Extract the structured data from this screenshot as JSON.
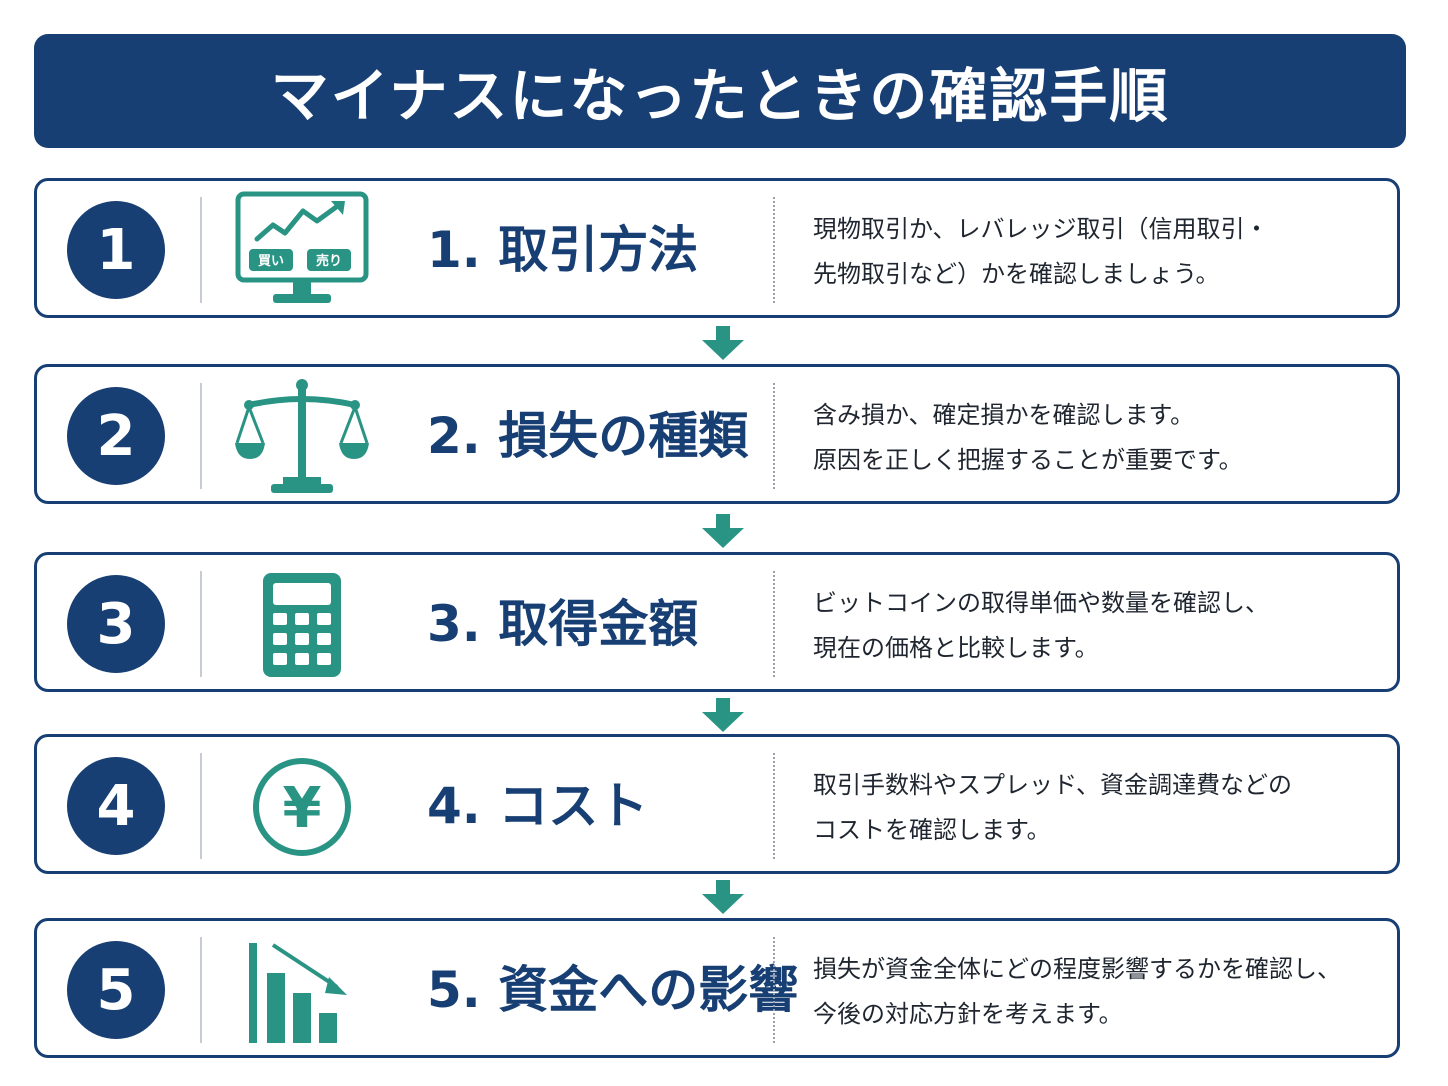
{
  "header": {
    "title": "マイナスになったときの確認手順"
  },
  "steps": [
    {
      "number": "1",
      "title": "1. 取引方法",
      "desc_line1": "現物取引か、レバレッジ取引（信用取引・",
      "desc_line2": "先物取引など）かを確認しましょう。",
      "icon": "trading-monitor-icon",
      "icon_buy_label": "買い",
      "icon_sell_label": "売り"
    },
    {
      "number": "2",
      "title": "2. 損失の種類",
      "desc_line1": "含み損か、確定損かを確認します。",
      "desc_line2": "原因を正しく把握することが重要です。",
      "icon": "balance-scale-icon"
    },
    {
      "number": "3",
      "title": "3. 取得金額",
      "desc_line1": "ビットコインの取得単価や数量を確認し、",
      "desc_line2": "現在の価格と比較します。",
      "icon": "calculator-icon"
    },
    {
      "number": "4",
      "title": "4. コスト",
      "desc_line1": "取引手数料やスプレッド、資金調達費などの",
      "desc_line2": "コストを確認します。",
      "icon": "yen-coin-icon",
      "icon_symbol": "¥"
    },
    {
      "number": "5",
      "title": "5. 資金への影響",
      "desc_line1": "損失が資金全体にどの程度影響するかを確認し、",
      "desc_line2": "今後の対応方針を考えます。",
      "icon": "declining-bar-chart-icon"
    }
  ],
  "colors": {
    "navy": "#173f73",
    "teal": "#2a9484",
    "divider": "#c7ccd3"
  }
}
